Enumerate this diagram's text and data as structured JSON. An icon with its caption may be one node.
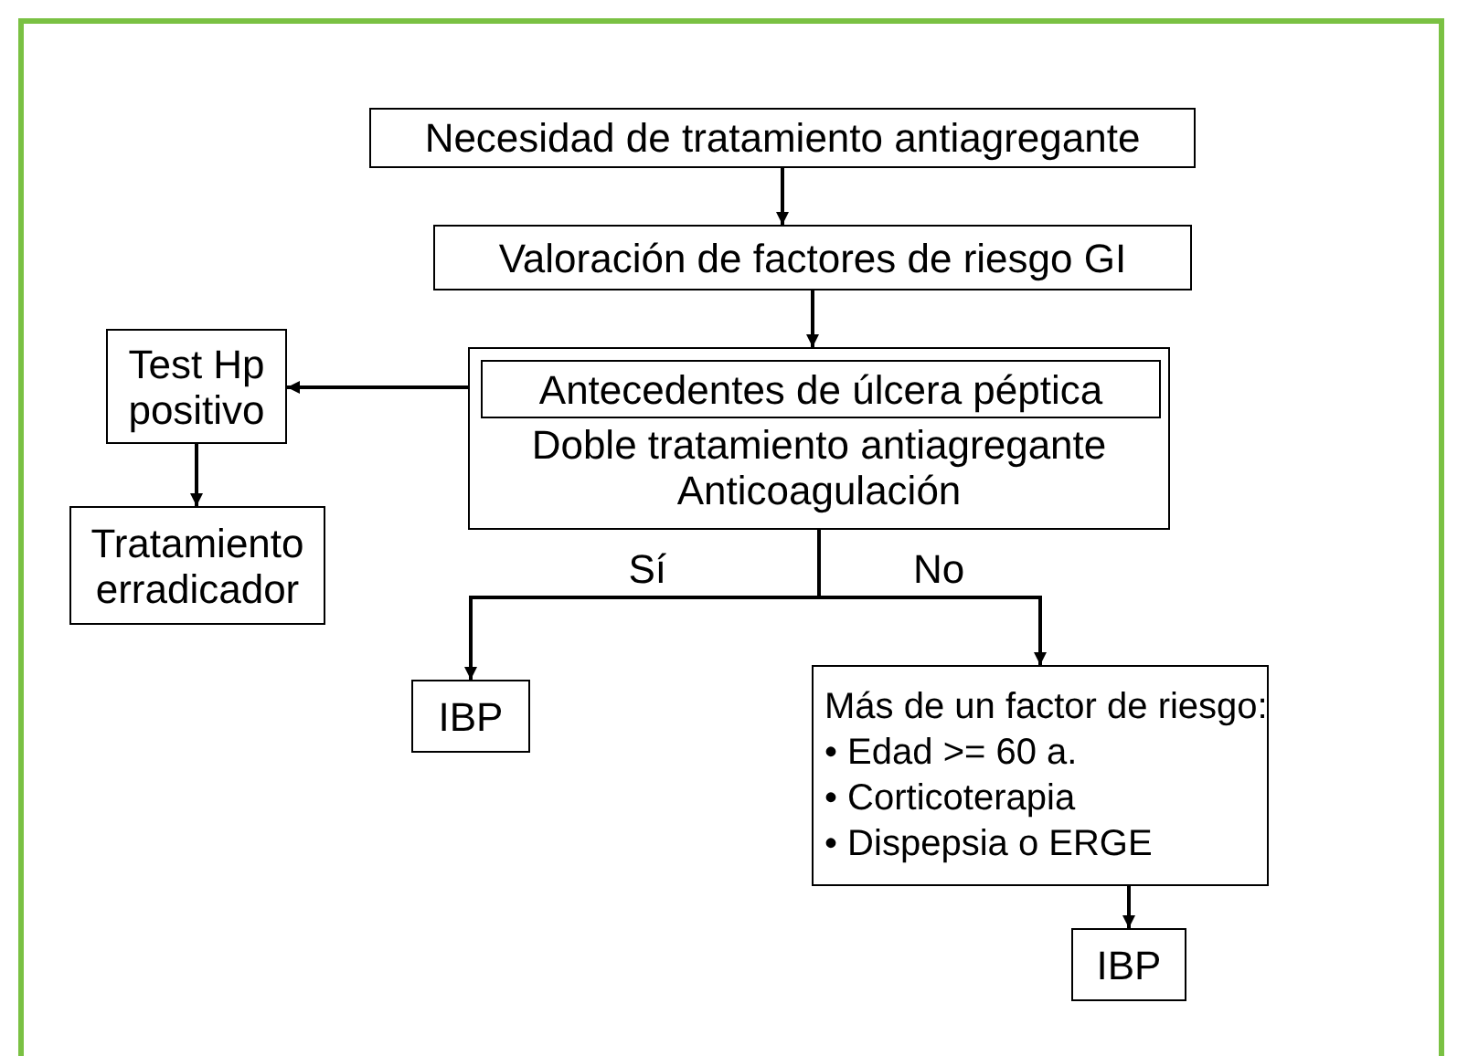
{
  "diagram": {
    "nodes": [
      {
        "text": [
          "Necesidad de tratamiento antiagregante"
        ]
      },
      {
        "text": [
          "Valoración de factores de riesgo GI"
        ]
      },
      {
        "text": [
          "Doble tratamiento antiagregante",
          "Anticoagulación"
        ]
      },
      {
        "text": [
          "Antecedentes de úlcera péptica"
        ],
        "in": 2
      },
      {
        "text": [
          "Test Hp positivo"
        ]
      },
      {
        "text": [
          "Tratamiento erradicador"
        ]
      },
      {
        "text": [
          "IBP"
        ]
      },
      {
        "text": [
          "Más de un factor de riesgo:",
          "• Edad >= 60 a.",
          "• Corticoterapia",
          "• Dispepsia o ERGE"
        ]
      },
      {
        "text": [
          "IBP"
        ]
      }
    ],
    "edges": [
      {
        "from": 0,
        "to": 1,
        "arrow": "to"
      },
      {
        "from": 1,
        "to": 2,
        "arrow": "to"
      },
      {
        "from": 3,
        "to": 4,
        "arrow": "to"
      },
      {
        "from": 4,
        "to": 5,
        "arrow": "to"
      },
      {
        "from": 2,
        "to": 6,
        "arrow": "to",
        "label": "Sí"
      },
      {
        "from": 2,
        "to": 7,
        "arrow": "to",
        "label": "No"
      },
      {
        "from": 7,
        "to": 8,
        "arrow": "to"
      }
    ]
  }
}
